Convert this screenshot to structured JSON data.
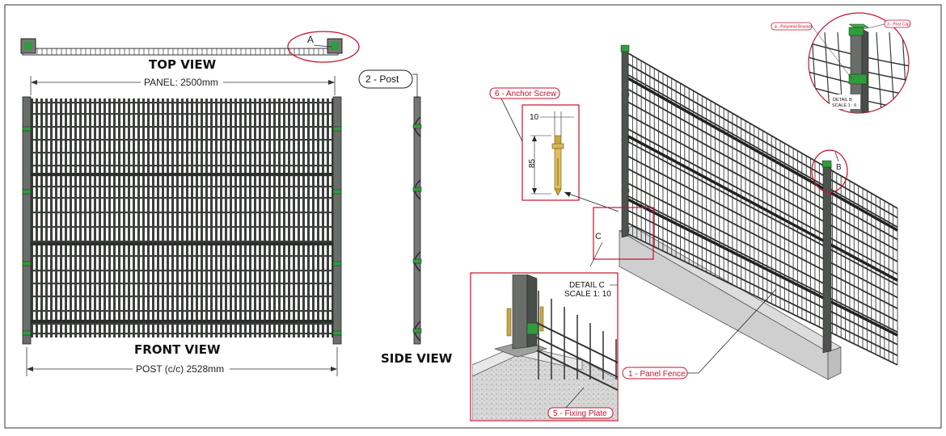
{
  "top_view": {
    "title": "TOP VIEW",
    "dim": "PANEL: 2500mm",
    "ref": "A"
  },
  "front_view": {
    "title": "FRONT VIEW",
    "dim": "POST (c/c) 2528mm"
  },
  "side_view": {
    "title": "SIDE VIEW",
    "callout": "2 - Post"
  },
  "anchor_detail": {
    "callout": "6 - Anchor Screw",
    "width_dim": "10",
    "length_dim": "85"
  },
  "iso_view": {
    "ref_c": "C",
    "ref_b": "B",
    "panel_callout": "1 - Panel Fence"
  },
  "detail_c": {
    "title": "DETAIL  C",
    "scale": "SCALE 1: 10",
    "callout": "5 - Fixing Plate"
  },
  "detail_b": {
    "callout_bracket": "4 - Polyamid Bracket",
    "callout_cap": "3 - Post Cap",
    "title": "DETAIL  B",
    "scale": "SCALE 1 : 6"
  },
  "colors": {
    "post_cap": "#2e9e3a",
    "callout": "#c8102e",
    "steel": "#5a5e5a"
  }
}
